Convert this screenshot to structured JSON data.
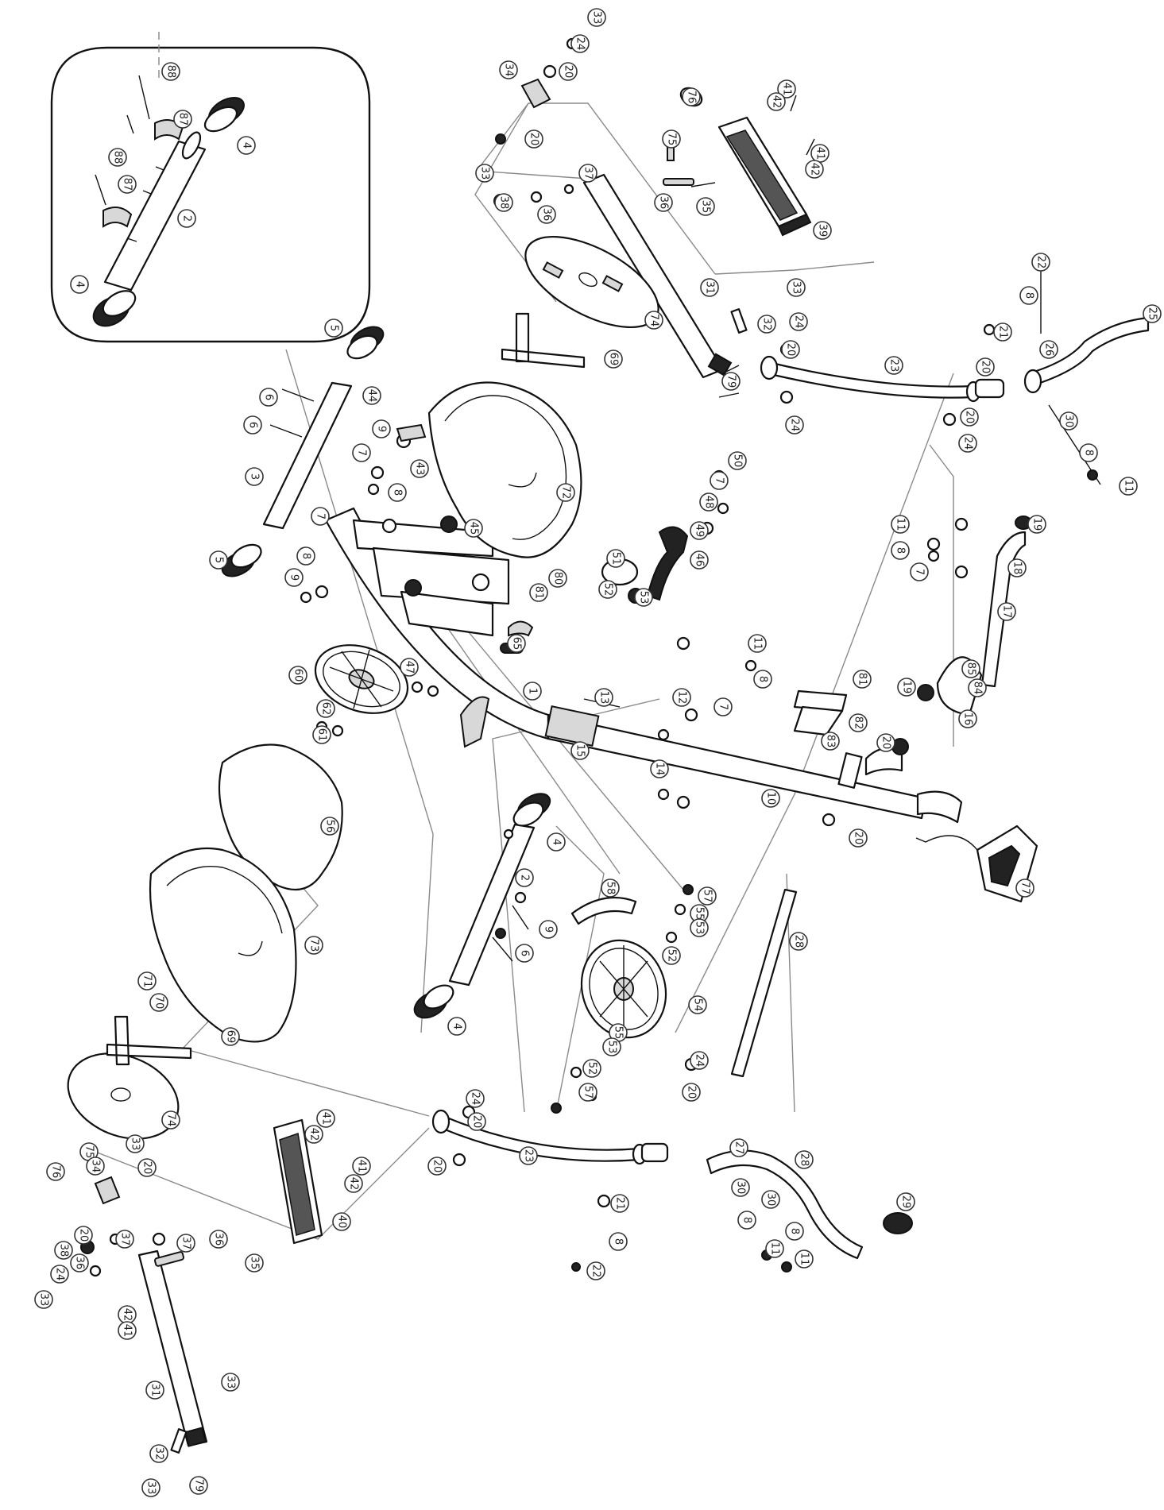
{
  "diagram": {
    "callouts": [
      {
        "id": "c-33a",
        "label": "33"
      },
      {
        "id": "c-24a",
        "label": "24"
      },
      {
        "id": "c-20a",
        "label": "20"
      },
      {
        "id": "c-34a",
        "label": "34"
      },
      {
        "id": "c-76a",
        "label": "76"
      },
      {
        "id": "c-41a",
        "label": "41"
      },
      {
        "id": "c-42a",
        "label": "42"
      },
      {
        "id": "c-41b",
        "label": "41"
      },
      {
        "id": "c-42b",
        "label": "42"
      },
      {
        "id": "c-75a",
        "label": "75"
      },
      {
        "id": "c-20b",
        "label": "20"
      },
      {
        "id": "c-37a",
        "label": "37"
      },
      {
        "id": "c-36a",
        "label": "36"
      },
      {
        "id": "c-35a",
        "label": "35"
      },
      {
        "id": "c-38a",
        "label": "38"
      },
      {
        "id": "c-36b",
        "label": "36"
      },
      {
        "id": "c-33b",
        "label": "33"
      },
      {
        "id": "c-39a",
        "label": "39"
      },
      {
        "id": "c-31a",
        "label": "31"
      },
      {
        "id": "c-74a",
        "label": "74"
      },
      {
        "id": "c-69a",
        "label": "69"
      },
      {
        "id": "c-32a",
        "label": "32"
      },
      {
        "id": "c-79a",
        "label": "79"
      },
      {
        "id": "c-33c",
        "label": "33"
      },
      {
        "id": "c-24b",
        "label": "24"
      },
      {
        "id": "c-20c",
        "label": "20"
      },
      {
        "id": "c-23a",
        "label": "23"
      },
      {
        "id": "c-22a",
        "label": "22"
      },
      {
        "id": "c-8a",
        "label": "8"
      },
      {
        "id": "c-21a",
        "label": "21"
      },
      {
        "id": "c-20d",
        "label": "20"
      },
      {
        "id": "c-26a",
        "label": "26"
      },
      {
        "id": "c-25a",
        "label": "25"
      },
      {
        "id": "c-30a",
        "label": "30"
      },
      {
        "id": "c-8b",
        "label": "8"
      },
      {
        "id": "c-11a",
        "label": "11"
      },
      {
        "id": "c-20e",
        "label": "20"
      },
      {
        "id": "c-24c",
        "label": "24"
      },
      {
        "id": "c-5a",
        "label": "5"
      },
      {
        "id": "c-6a",
        "label": "6"
      },
      {
        "id": "c-6b",
        "label": "6"
      },
      {
        "id": "c-3a",
        "label": "3"
      },
      {
        "id": "c-5b",
        "label": "5"
      },
      {
        "id": "c-44a",
        "label": "44"
      },
      {
        "id": "c-9a",
        "label": "9"
      },
      {
        "id": "c-7a",
        "label": "7"
      },
      {
        "id": "c-8c",
        "label": "8"
      },
      {
        "id": "c-43a",
        "label": "43"
      },
      {
        "id": "c-72a",
        "label": "72"
      },
      {
        "id": "c-45a",
        "label": "45"
      },
      {
        "id": "c-50a",
        "label": "50"
      },
      {
        "id": "c-7b",
        "label": "7"
      },
      {
        "id": "c-48a",
        "label": "48"
      },
      {
        "id": "c-49a",
        "label": "49"
      },
      {
        "id": "c-46a",
        "label": "46"
      },
      {
        "id": "c-51a",
        "label": "51"
      },
      {
        "id": "c-52a",
        "label": "52"
      },
      {
        "id": "c-53a",
        "label": "53"
      },
      {
        "id": "c-80a",
        "label": "80"
      },
      {
        "id": "c-81a",
        "label": "81"
      },
      {
        "id": "c-8d",
        "label": "8"
      },
      {
        "id": "c-9b",
        "label": "9"
      },
      {
        "id": "c-7c",
        "label": "7"
      },
      {
        "id": "c-65a",
        "label": "65"
      },
      {
        "id": "c-60a",
        "label": "60"
      },
      {
        "id": "c-62a",
        "label": "62"
      },
      {
        "id": "c-61a",
        "label": "61"
      },
      {
        "id": "c-47a",
        "label": "47"
      },
      {
        "id": "c-1a",
        "label": "1"
      },
      {
        "id": "c-13a",
        "label": "13"
      },
      {
        "id": "c-15a",
        "label": "15"
      },
      {
        "id": "c-12a",
        "label": "12"
      },
      {
        "id": "c-14a",
        "label": "14"
      },
      {
        "id": "c-11b",
        "label": "11"
      },
      {
        "id": "c-8e",
        "label": "8"
      },
      {
        "id": "c-7d",
        "label": "7"
      },
      {
        "id": "c-10a",
        "label": "10"
      },
      {
        "id": "c-81b",
        "label": "81"
      },
      {
        "id": "c-82a",
        "label": "82"
      },
      {
        "id": "c-83a",
        "label": "83"
      },
      {
        "id": "c-20f",
        "label": "20"
      },
      {
        "id": "c-11c",
        "label": "11"
      },
      {
        "id": "c-8f",
        "label": "8"
      },
      {
        "id": "c-7e",
        "label": "7"
      },
      {
        "id": "c-19a",
        "label": "19"
      },
      {
        "id": "c-18a",
        "label": "18"
      },
      {
        "id": "c-17a",
        "label": "17"
      },
      {
        "id": "c-85a",
        "label": "85"
      },
      {
        "id": "c-84a",
        "label": "84"
      },
      {
        "id": "c-16a",
        "label": "16"
      },
      {
        "id": "c-19b",
        "label": "19"
      },
      {
        "id": "c-77a",
        "label": "77"
      },
      {
        "id": "c-20g",
        "label": "20"
      },
      {
        "id": "c-4a",
        "label": "4"
      },
      {
        "id": "c-2a",
        "label": "2"
      },
      {
        "id": "c-9c",
        "label": "9"
      },
      {
        "id": "c-6c",
        "label": "6"
      },
      {
        "id": "c-4b",
        "label": "4"
      },
      {
        "id": "c-56a",
        "label": "56"
      },
      {
        "id": "c-73a",
        "label": "73"
      },
      {
        "id": "c-58a",
        "label": "58"
      },
      {
        "id": "c-57a",
        "label": "57"
      },
      {
        "id": "c-55a",
        "label": "55"
      },
      {
        "id": "c-53b",
        "label": "53"
      },
      {
        "id": "c-52b",
        "label": "52"
      },
      {
        "id": "c-54a",
        "label": "54"
      },
      {
        "id": "c-55b",
        "label": "55"
      },
      {
        "id": "c-53c",
        "label": "53"
      },
      {
        "id": "c-52c",
        "label": "52"
      },
      {
        "id": "c-57b",
        "label": "57"
      },
      {
        "id": "c-28a",
        "label": "28"
      },
      {
        "id": "c-24d",
        "label": "24"
      },
      {
        "id": "c-20h",
        "label": "20"
      },
      {
        "id": "c-71a",
        "label": "71"
      },
      {
        "id": "c-70a",
        "label": "70"
      },
      {
        "id": "c-69b",
        "label": "69"
      },
      {
        "id": "c-74b",
        "label": "74"
      },
      {
        "id": "c-24e",
        "label": "24"
      },
      {
        "id": "c-20i",
        "label": "20"
      },
      {
        "id": "c-23b",
        "label": "23"
      },
      {
        "id": "c-20j",
        "label": "20"
      },
      {
        "id": "c-24f",
        "label": "24"
      },
      {
        "id": "c-21b",
        "label": "21"
      },
      {
        "id": "c-8g",
        "label": "8"
      },
      {
        "id": "c-22b",
        "label": "22"
      },
      {
        "id": "c-27a",
        "label": "27"
      },
      {
        "id": "c-28b",
        "label": "28"
      },
      {
        "id": "c-29a",
        "label": "29"
      },
      {
        "id": "c-30b",
        "label": "30"
      },
      {
        "id": "c-30c",
        "label": "30"
      },
      {
        "id": "c-8h",
        "label": "8"
      },
      {
        "id": "c-8i",
        "label": "8"
      },
      {
        "id": "c-11d",
        "label": "11"
      },
      {
        "id": "c-11e",
        "label": "11"
      },
      {
        "id": "c-41c",
        "label": "41"
      },
      {
        "id": "c-42c",
        "label": "42"
      },
      {
        "id": "c-41d",
        "label": "41"
      },
      {
        "id": "c-42d",
        "label": "42"
      },
      {
        "id": "c-40a",
        "label": "40"
      },
      {
        "id": "c-76b",
        "label": "76"
      },
      {
        "id": "c-75b",
        "label": "75"
      },
      {
        "id": "c-33d",
        "label": "33"
      },
      {
        "id": "c-20k",
        "label": "20"
      },
      {
        "id": "c-34b",
        "label": "34"
      },
      {
        "id": "c-20l",
        "label": "20"
      },
      {
        "id": "c-38b",
        "label": "38"
      },
      {
        "id": "c-24g",
        "label": "24"
      },
      {
        "id": "c-33e",
        "label": "33"
      },
      {
        "id": "c-36c",
        "label": "36"
      },
      {
        "id": "c-37b",
        "label": "37"
      },
      {
        "id": "c-37c",
        "label": "37"
      },
      {
        "id": "c-36d",
        "label": "36"
      },
      {
        "id": "c-35b",
        "label": "35"
      },
      {
        "id": "c-42e",
        "label": "42"
      },
      {
        "id": "c-41e",
        "label": "41"
      },
      {
        "id": "c-31b",
        "label": "31"
      },
      {
        "id": "c-33f",
        "label": "33"
      },
      {
        "id": "c-32b",
        "label": "32"
      },
      {
        "id": "c-79b",
        "label": "79"
      },
      {
        "id": "c-33g",
        "label": "33"
      },
      {
        "id": "c-88a",
        "label": "88"
      },
      {
        "id": "c-87a",
        "label": "87"
      },
      {
        "id": "c-88b",
        "label": "88"
      },
      {
        "id": "c-87b",
        "label": "87"
      },
      {
        "id": "c-2b",
        "label": "2"
      },
      {
        "id": "c-4c",
        "label": "4"
      },
      {
        "id": "c-4d",
        "label": "4"
      }
    ]
  }
}
